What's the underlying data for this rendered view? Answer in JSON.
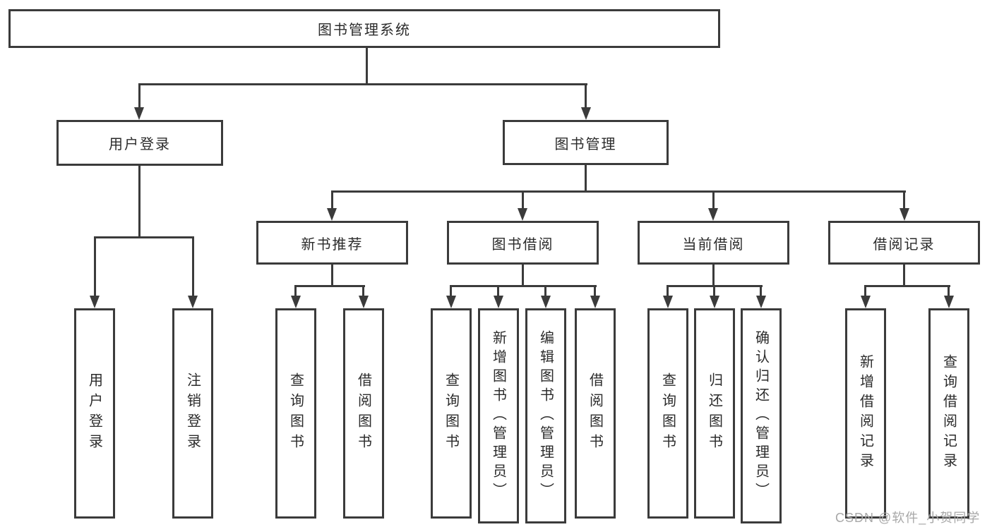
{
  "tree": {
    "root": {
      "label": "图书管理系统"
    },
    "branches": [
      {
        "label": "用户登录",
        "children": [
          {
            "label": "用户登录"
          },
          {
            "label": "注销登录"
          }
        ]
      },
      {
        "label": "图书管理",
        "children": [
          {
            "label": "新书推荐",
            "children": [
              {
                "label": "查询图书"
              },
              {
                "label": "借阅图书"
              }
            ]
          },
          {
            "label": "图书借阅",
            "children": [
              {
                "label": "查询图书"
              },
              {
                "label": "新增图书（管理员）"
              },
              {
                "label": "编辑图书（管理员）"
              },
              {
                "label": "借阅图书"
              }
            ]
          },
          {
            "label": "当前借阅",
            "children": [
              {
                "label": "查询图书"
              },
              {
                "label": "归还图书"
              },
              {
                "label": "确认归还（管理员）"
              }
            ]
          },
          {
            "label": "借阅记录",
            "children": [
              {
                "label": "新增借阅记录"
              },
              {
                "label": "查询借阅记录"
              }
            ]
          }
        ]
      }
    ]
  },
  "watermark": "CSDN @软件_小贺同学",
  "colors": {
    "line": "#3b3b3b",
    "text": "#2b2b2b",
    "watermark": "#a8a8a8",
    "background": "#ffffff"
  }
}
